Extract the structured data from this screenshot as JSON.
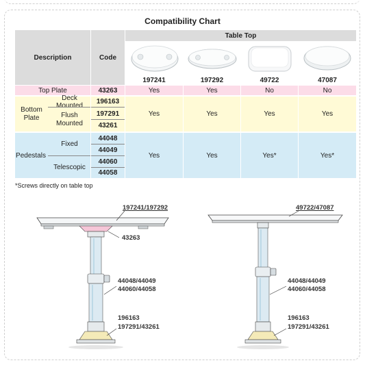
{
  "title": "Compatibility Chart",
  "header": {
    "description": "Description",
    "code": "Code",
    "table_top": "Table Top",
    "tops": [
      "197241",
      "197292",
      "49722",
      "47087"
    ]
  },
  "rows": {
    "top_plate": {
      "label": "Top Plate",
      "code": "43263",
      "values": [
        "Yes",
        "Yes",
        "No",
        "No"
      ]
    },
    "bottom_plate": {
      "label": "Bottom Plate",
      "deck_label": "Deck Mounted",
      "deck_code": "196163",
      "flush_label": "Flush Mounted",
      "flush_codes": [
        "197291",
        "43261"
      ],
      "values": [
        "Yes",
        "Yes",
        "Yes",
        "Yes"
      ]
    },
    "pedestals": {
      "label": "Pedestals",
      "fixed_label": "Fixed",
      "fixed_codes": [
        "44048",
        "44049"
      ],
      "telescopic_label": "Telescopic",
      "telescopic_codes": [
        "44060",
        "44058"
      ],
      "values": [
        "Yes",
        "Yes",
        "Yes*",
        "Yes*"
      ]
    }
  },
  "footnote": "*Screws directly on table top",
  "diagram_left": {
    "top_label": "197241/197292",
    "plate_label": "43263",
    "pedestal_label_1": "44048/44049",
    "pedestal_label_2": "44060/44058",
    "base_label_1": "196163",
    "base_label_2": "197291/43261"
  },
  "diagram_right": {
    "top_label": "49722/47087",
    "pedestal_label_1": "44048/44049",
    "pedestal_label_2": "44060/44058",
    "base_label_1": "196163",
    "base_label_2": "197291/43261"
  },
  "colors": {
    "header_gray": "#dcdcdc",
    "top_plate_pink": "#fcdce8",
    "bottom_plate_yellow": "#fffad6",
    "pedestals_blue": "#d4ebf6"
  }
}
